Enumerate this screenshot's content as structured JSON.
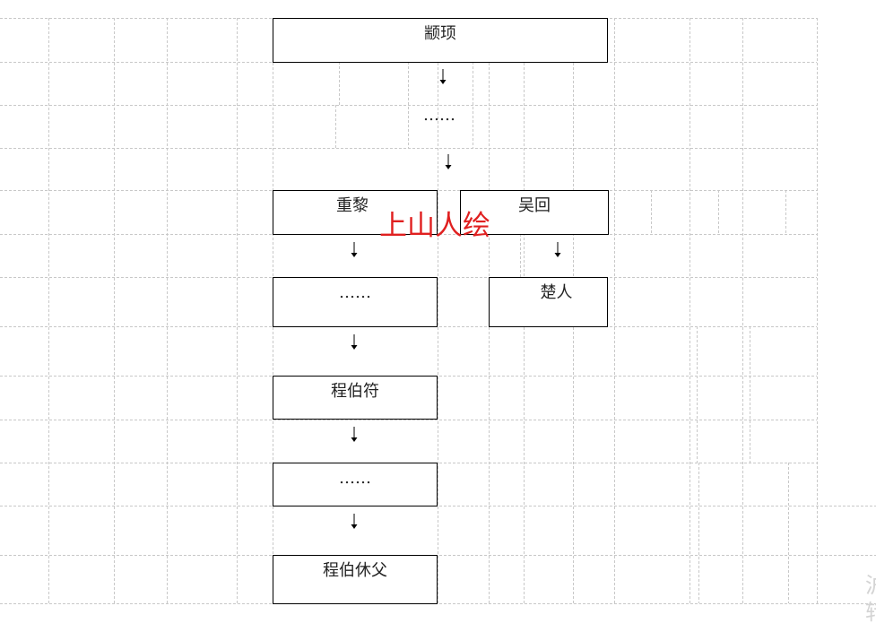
{
  "nodes": {
    "zhuanxu": "颛顼",
    "ellipsis_top": "……",
    "chongli": "重黎",
    "wuhui": "吴回",
    "ellipsis_mid": "……",
    "churen": "楚人",
    "chengbofu": "程伯符",
    "ellipsis_low": "……",
    "chengboxiufu": "程伯休父"
  },
  "watermark": {
    "text": "上山人绘",
    "color": "#e02020"
  },
  "corner_marks": {
    "top": "沪",
    "bottom": "转"
  },
  "colors": {
    "grid": "#c8c8c8",
    "border": "#000000"
  }
}
